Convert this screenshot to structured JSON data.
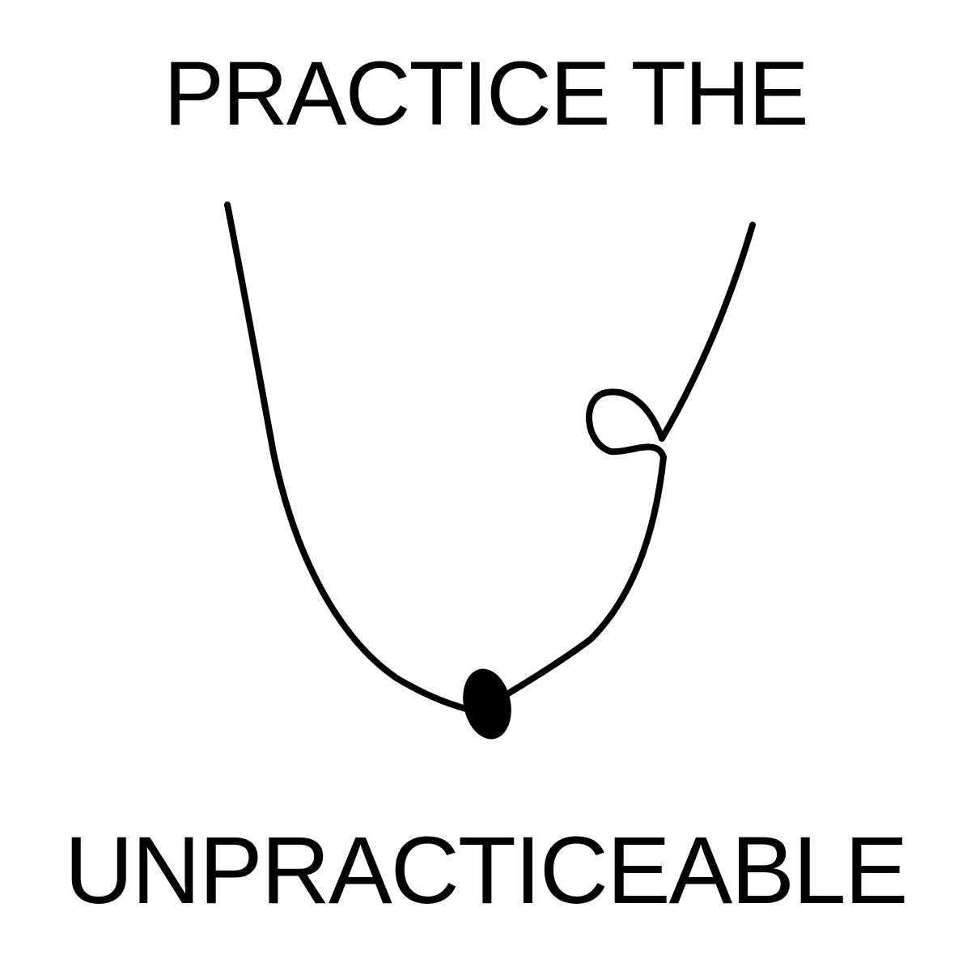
{
  "poster": {
    "line1": "PRACTICE THE",
    "line2": "UNPRACTICEABLE"
  },
  "colors": {
    "background": "#ffffff",
    "ink": "#000000"
  },
  "drawing": {
    "icon": "hand-drawn-string-with-loop-and-knot"
  }
}
